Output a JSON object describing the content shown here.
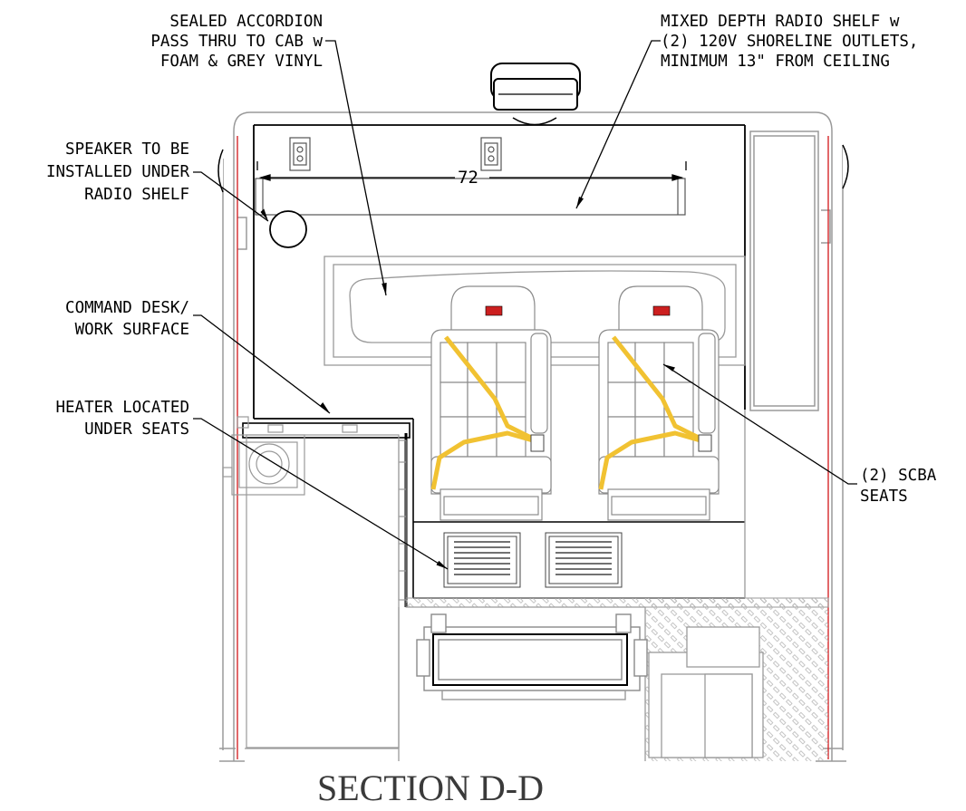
{
  "drawing_title": "SECTION D-D",
  "dimension_label": "72",
  "callouts": {
    "pass_thru": [
      "SEALED ACCORDION",
      "PASS THRU TO CAB w",
      "FOAM & GREY VINYL"
    ],
    "radio_shelf": [
      "MIXED DEPTH RADIO SHELF w",
      "(2) 120V SHORELINE OUTLETS,",
      "MINIMUM 13\" FROM CEILING"
    ],
    "speaker": [
      "SPEAKER TO BE",
      "INSTALLED UNDER",
      "RADIO SHELF"
    ],
    "command_desk": [
      "COMMAND DESK/",
      "WORK SURFACE"
    ],
    "heater": [
      "HEATER LOCATED",
      "UNDER SEATS"
    ],
    "scba_seats": [
      "(2) SCBA",
      "SEATS"
    ]
  },
  "colors": {
    "line": "#000000",
    "light_line": "#9a9a9a",
    "red_wall": "#d6282b",
    "belt": "#f1c232",
    "logo_red": "#cc1f1f"
  }
}
